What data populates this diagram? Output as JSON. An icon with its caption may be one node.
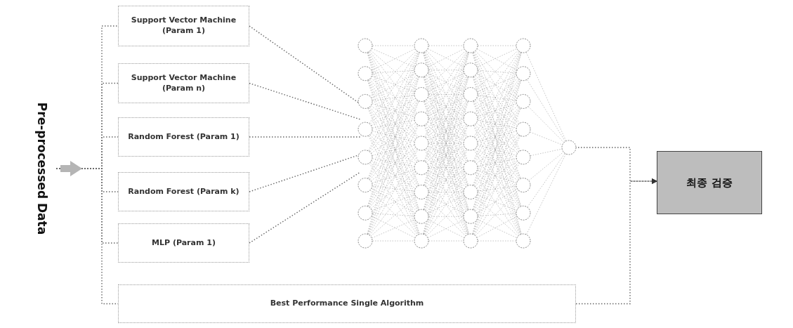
{
  "diagram": {
    "nodes": [
      {
        "text": [
          "Pre-processed Data"
        ]
      },
      {
        "text": [
          "Support Vector Machine (Param 1)"
        ]
      },
      {
        "text": [
          "Support Vector Machine (Param n)"
        ]
      },
      {
        "text": [
          "Random Forest (Param 1)"
        ]
      },
      {
        "text": [
          "Random Forest (Param k)"
        ]
      },
      {
        "text": [
          "MLP (Param 1)"
        ]
      },
      {
        "text": [
          "Best Performance Single Algorithm"
        ]
      },
      {
        "text": [],
        "shape": "picture"
      },
      {
        "text": [
          "최종 검증"
        ]
      }
    ],
    "edges": [
      {
        "from": 0,
        "to": 1,
        "arrow": "none"
      },
      {
        "from": 0,
        "to": 2,
        "arrow": "none"
      },
      {
        "from": 0,
        "to": 3,
        "arrow": "none"
      },
      {
        "from": 0,
        "to": 4,
        "arrow": "none"
      },
      {
        "from": 0,
        "to": 5,
        "arrow": "none"
      },
      {
        "from": 0,
        "to": 6,
        "arrow": "none"
      },
      {
        "from": 1,
        "to": 7,
        "arrow": "none"
      },
      {
        "from": 2,
        "to": 7,
        "arrow": "none"
      },
      {
        "from": 3,
        "to": 7,
        "arrow": "none"
      },
      {
        "from": 4,
        "to": 7,
        "arrow": "none"
      },
      {
        "from": 5,
        "to": 7,
        "arrow": "none"
      },
      {
        "from": 7,
        "to": 8,
        "arrow": "to"
      },
      {
        "from": 6,
        "to": 8,
        "arrow": "to"
      }
    ]
  }
}
